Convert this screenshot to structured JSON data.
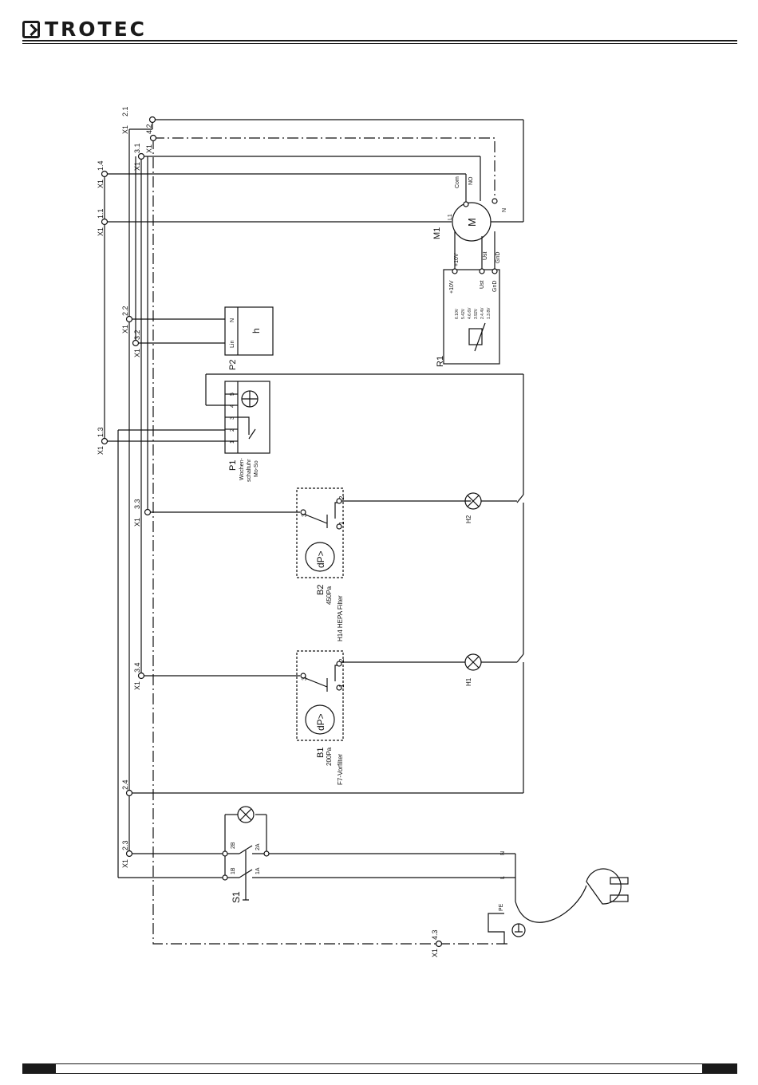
{
  "header": {
    "brand": "TROTEC"
  },
  "terminal_prefix": "X1",
  "terminals": [
    "2.1",
    "4.2",
    "3.1",
    "1.4",
    "1.1",
    "2.2",
    "3.2",
    "1.3",
    "3.3",
    "3.4",
    "2.4",
    "2.3",
    "4.3"
  ],
  "motor": {
    "ref": "M1",
    "symbol": "M",
    "pins": [
      "L1",
      "Com",
      "NO",
      "N",
      "+10V",
      "Ust",
      "GnD"
    ]
  },
  "potentiometer": {
    "ref": "R1",
    "pins": [
      "+10V",
      "Ust",
      "GnD"
    ],
    "voltages": [
      "6.10V",
      "5.42V",
      "4.6.6V",
      "3.92V",
      "2.4.4V",
      "1.3.8V"
    ]
  },
  "counter": {
    "ref": "P2",
    "symbol": "h",
    "pins": [
      "N",
      "Lin"
    ]
  },
  "timer": {
    "ref": "P1",
    "desc": [
      "Wochen-",
      "schaltuhr",
      "Mo-So"
    ],
    "pins": [
      "5",
      "4",
      "3",
      "2",
      "1"
    ]
  },
  "pressure_switches": [
    {
      "ref": "B2",
      "value": "450Pa",
      "desc": "H14 HEPA Filter",
      "symbol": "dP>",
      "pins": [
        "3",
        "2",
        "1"
      ]
    },
    {
      "ref": "B1",
      "value": "200Pa",
      "desc": "F7-Vorfilter",
      "symbol": "dP>",
      "pins": [
        "3",
        "2",
        "1"
      ]
    }
  ],
  "lamps": [
    "H2",
    "H1"
  ],
  "main_switch": {
    "ref": "S1",
    "pins": [
      "2B",
      "2A",
      "1B",
      "1A"
    ]
  },
  "supply": {
    "labels": [
      "N",
      "L",
      "PE"
    ]
  }
}
